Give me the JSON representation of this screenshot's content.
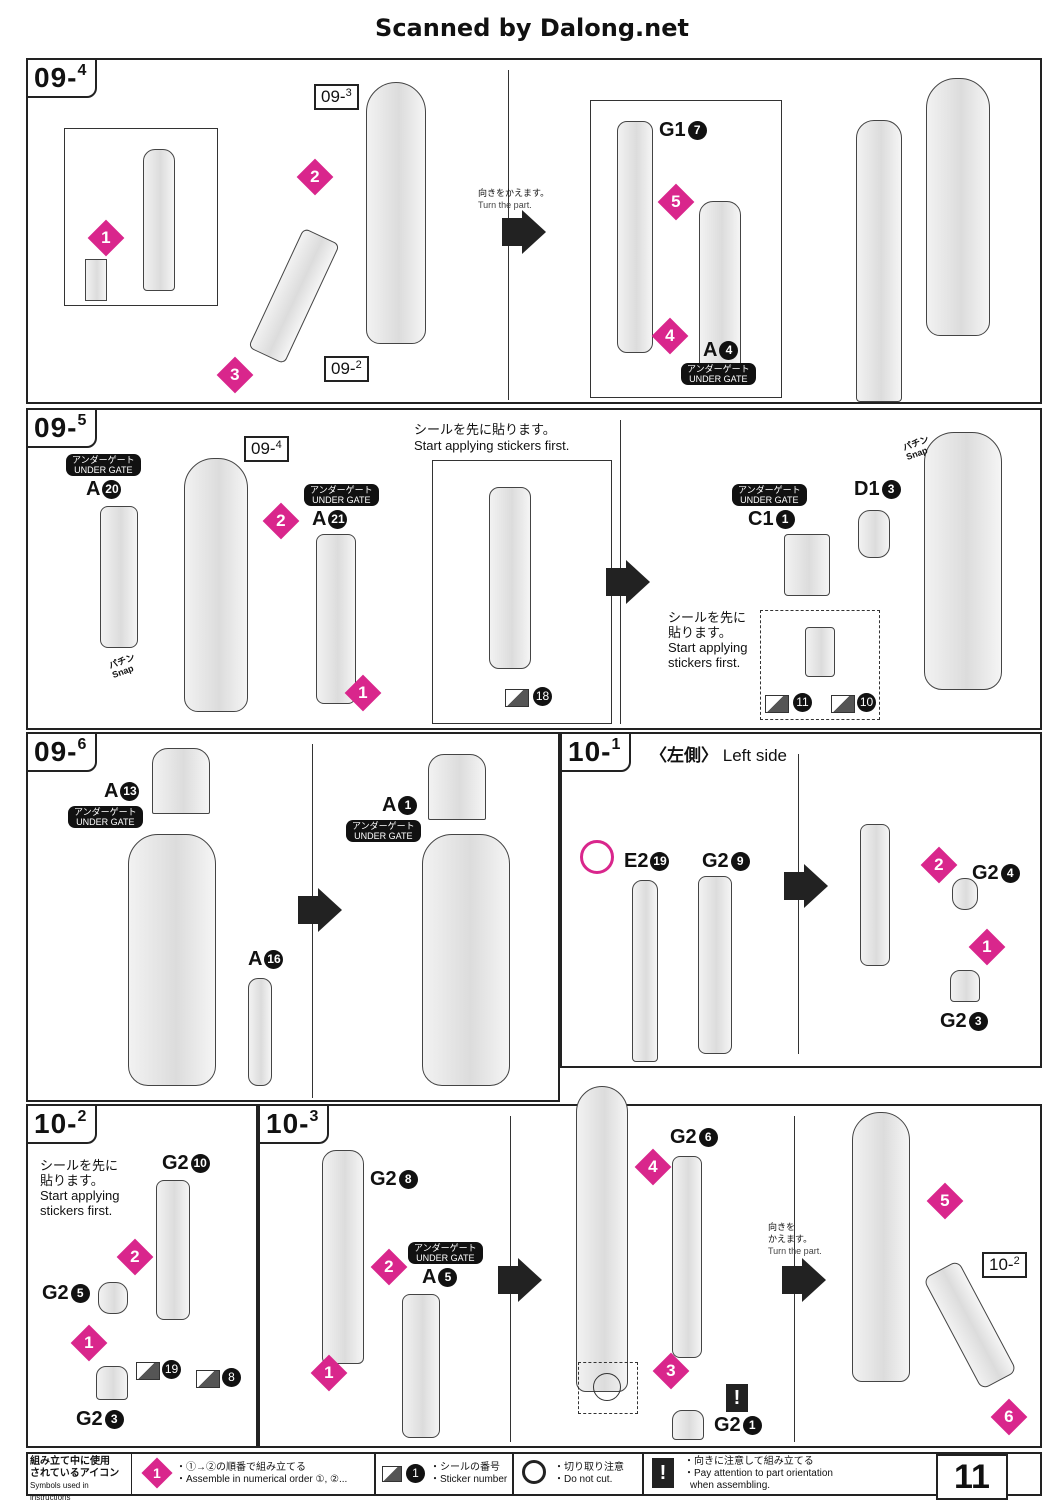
{
  "watermark": "Scanned by Dalong.net",
  "page_number": "11",
  "common": {
    "turn_jp": "向きをかえます。",
    "turn_en": "Turn the part.",
    "stickers_first_jp": "シールを先に貼ります。",
    "stickers_first_en": "Start applying stickers first.",
    "under_gate_jp": "アンダーゲート",
    "under_gate_en": "UNDER GATE",
    "snap_jp": "パチン",
    "snap_en": "Snap"
  },
  "steps": {
    "s09_4": {
      "main": "09",
      "sub": "4",
      "ref1_main": "09",
      "ref1_sub": "3",
      "ref2_main": "09",
      "ref2_sub": "2",
      "partA": "A",
      "partA_num": "4",
      "partG1": "G1",
      "partG1_num": "7"
    },
    "s09_5": {
      "main": "09",
      "sub": "5",
      "ref_main": "09",
      "ref_sub": "4",
      "partA20": "A",
      "partA20_num": "20",
      "partA21": "A",
      "partA21_num": "21",
      "partC1": "C1",
      "partC1_num": "1",
      "partD1": "D1",
      "partD1_num": "3",
      "sticker18": "18",
      "sticker11": "11",
      "sticker10": "10",
      "stickers_jp_a": "シールを先に",
      "stickers_jp_b": "貼ります。",
      "stickers_en_a": "Start applying",
      "stickers_en_b": "stickers first."
    },
    "s09_6": {
      "main": "09",
      "sub": "6",
      "partA13": "A",
      "partA13_num": "13",
      "partA16": "A",
      "partA16_num": "16",
      "partA1": "A",
      "partA1_num": "1"
    },
    "s10_1": {
      "main": "10",
      "sub": "1",
      "title_jp": "〈左側〉",
      "title_en": "Left side",
      "partE2": "E2",
      "partE2_num": "19",
      "partG2a": "G2",
      "partG2a_num": "9",
      "partG2b": "G2",
      "partG2b_num": "4",
      "partG2c": "G2",
      "partG2c_num": "3"
    },
    "s10_2": {
      "main": "10",
      "sub": "2",
      "stickers_jp_a": "シールを先に",
      "stickers_jp_b": "貼ります。",
      "stickers_en_a": "Start applying",
      "stickers_en_b": "stickers first.",
      "partG2a": "G2",
      "partG2a_num": "10",
      "partG2b": "G2",
      "partG2b_num": "5",
      "partG2c": "G2",
      "partG2c_num": "3",
      "sticker19": "19",
      "sticker8": "8"
    },
    "s10_3": {
      "main": "10",
      "sub": "3",
      "partG2a": "G2",
      "partG2a_num": "8",
      "partA5": "A",
      "partA5_num": "5",
      "partG2b": "G2",
      "partG2b_num": "6",
      "partG2c": "G2",
      "partG2c_num": "1",
      "ref_main": "10",
      "ref_sub": "2",
      "turn_jp_a": "向きを",
      "turn_jp_b": "かえます。",
      "turn_en": "Turn the part."
    }
  },
  "legend": {
    "title_jp_a": "組み立て中に使用",
    "title_jp_b": "されているアイコン",
    "title_en": "Symbols used in instructions",
    "order_jp": "・①→②の順番で組み立てる",
    "order_en": "・Assemble in numerical order ①, ②...",
    "sticker_jp": "・シールの番号",
    "sticker_en": "・Sticker number",
    "cut_jp": "・切り取り注意",
    "cut_en": "・Do not cut.",
    "attention_jp": "・向きに注意して組み立てる",
    "attention_en_a": "・Pay attention to part orientation",
    "attention_en_b": "when assembling."
  },
  "colors": {
    "accent": "#d9268c",
    "ink": "#111111"
  }
}
